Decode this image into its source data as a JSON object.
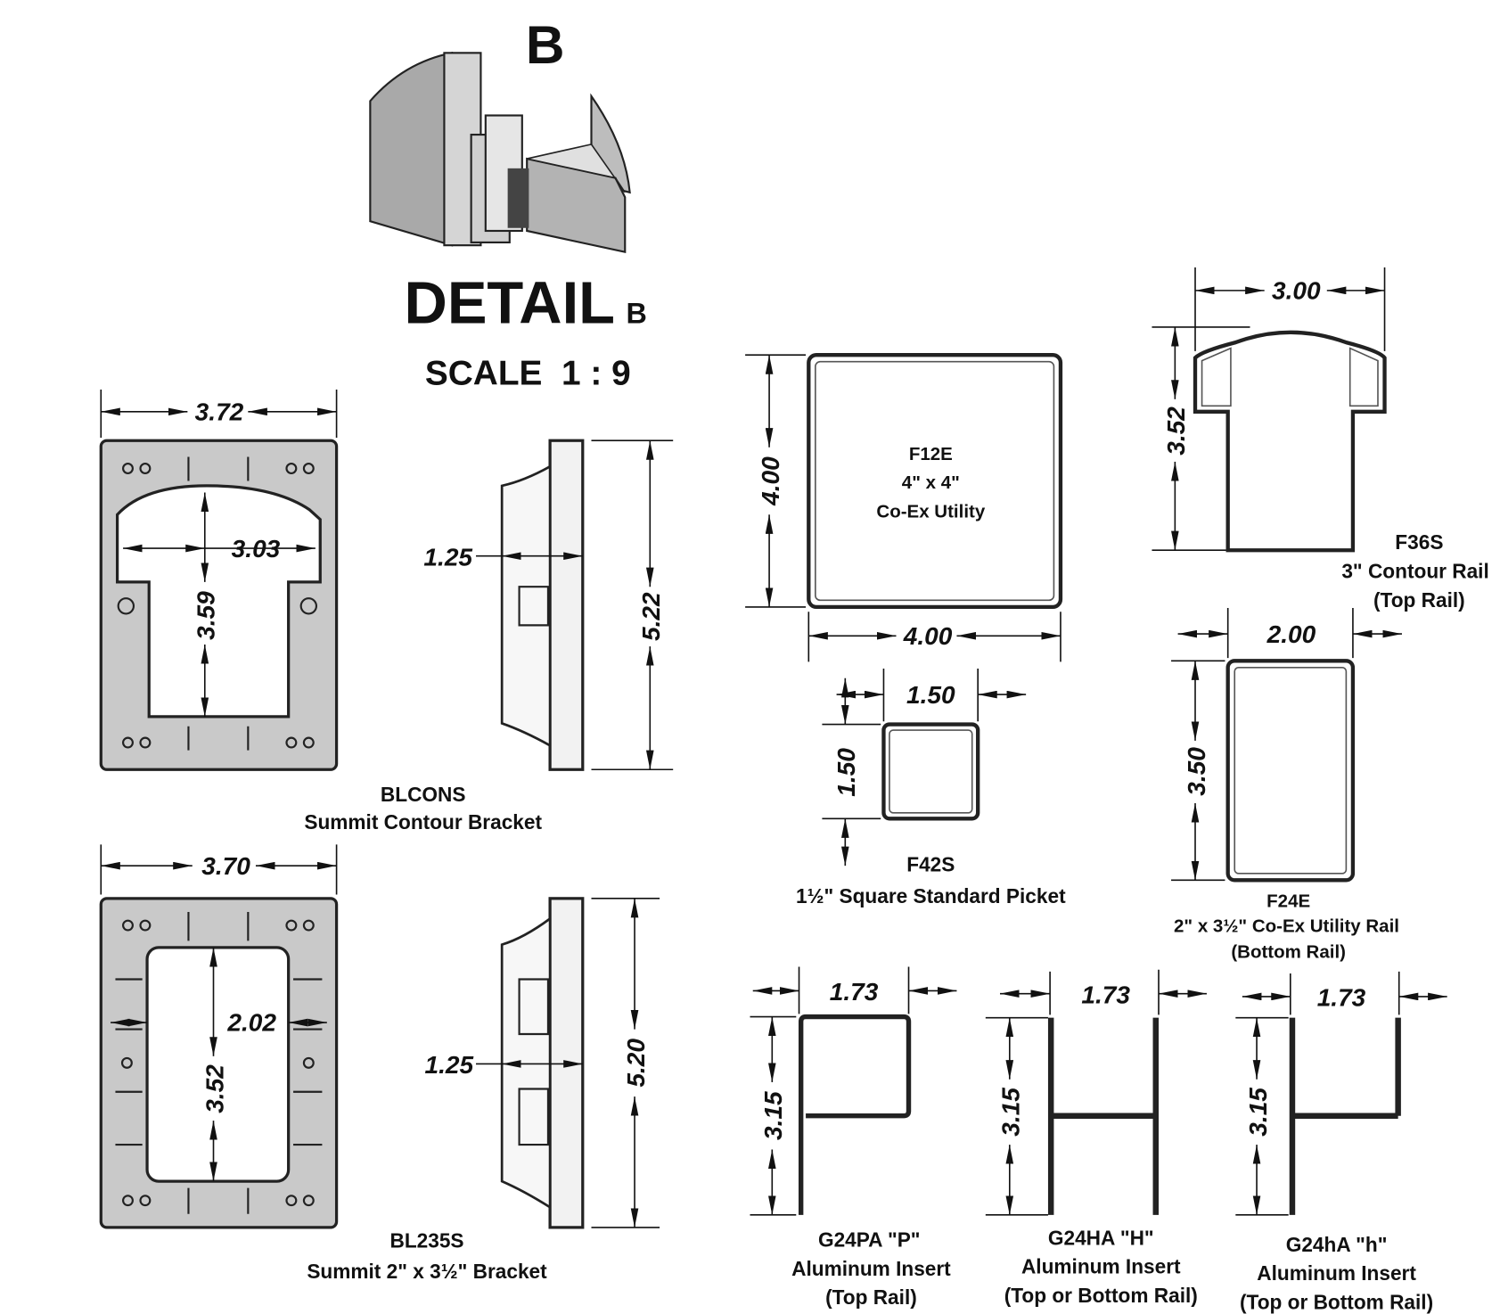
{
  "header": {
    "detail_letter": "B",
    "detail_title": "DETAIL",
    "detail_suffix": "B",
    "scale": "SCALE  1 : 9"
  },
  "blcons": {
    "code": "BLCONS",
    "name": "Summit Contour Bracket",
    "width": "3.72",
    "inner_width": "3.03",
    "inner_height": "3.59",
    "depth": "1.25",
    "height": "5.22"
  },
  "bl235s": {
    "code": "BL235S",
    "name": "Summit 2\" x 3½\" Bracket",
    "width": "3.70",
    "inner_width": "2.02",
    "inner_height": "3.52",
    "depth": "1.25",
    "height": "5.20"
  },
  "f12e": {
    "code": "F12E",
    "size": "4\" x 4\"",
    "name": "Co-Ex Utility",
    "height": "4.00",
    "width": "4.00"
  },
  "f36s": {
    "code": "F36S",
    "name": "3\" Contour Rail",
    "use": "(Top Rail)",
    "width": "3.00",
    "height": "3.52"
  },
  "f42s": {
    "code": "F42S",
    "name": "1½\" Square Standard Picket",
    "width": "1.50",
    "height": "1.50"
  },
  "f24e": {
    "code": "F24E",
    "name": "2\" x 3½\" Co-Ex Utility Rail",
    "use": "(Bottom Rail)",
    "width": "2.00",
    "height": "3.50"
  },
  "g24pa": {
    "code": "G24PA \"P\"",
    "name": "Aluminum Insert",
    "use": "(Top Rail)",
    "width": "1.73",
    "height": "3.15"
  },
  "g24ha": {
    "code": "G24HA \"H\"",
    "name": "Aluminum Insert",
    "use": "(Top or Bottom Rail)",
    "width": "1.73",
    "height": "3.15"
  },
  "g24ha_lower": {
    "code": "G24hA \"h\"",
    "name": "Aluminum Insert",
    "use": "(Top or Bottom Rail)",
    "width": "1.73",
    "height": "3.15"
  }
}
